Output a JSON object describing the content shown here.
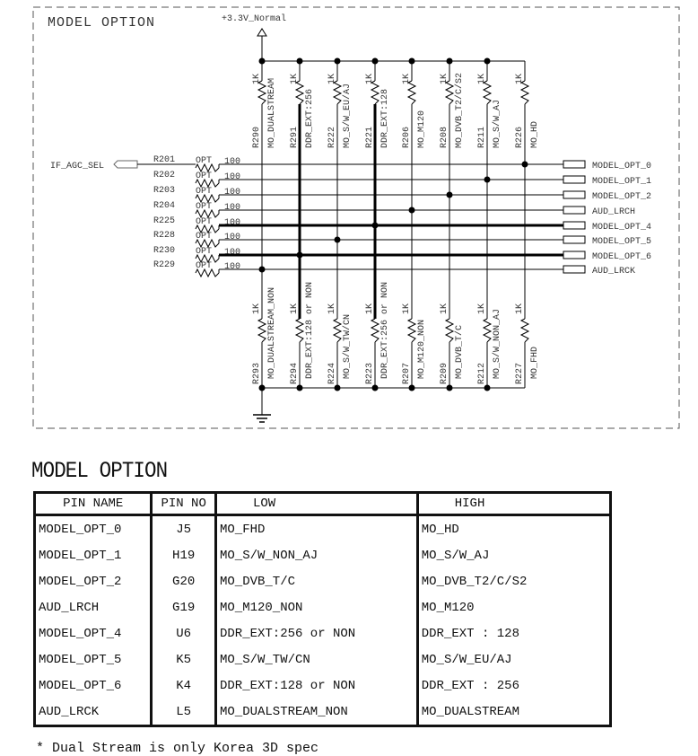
{
  "schematic": {
    "title": "MODEL OPTION",
    "supply": "+3.3V_Normal",
    "input": "IF_AGC_SEL",
    "series": [
      {
        "ref": "R201",
        "value": "OPT",
        "ohm": "100"
      },
      {
        "ref": "R202",
        "value": "OPT",
        "ohm": "100"
      },
      {
        "ref": "R203",
        "value": "OPT",
        "ohm": "100"
      },
      {
        "ref": "R204",
        "value": "OPT",
        "ohm": "100"
      },
      {
        "ref": "R225",
        "value": "OPT",
        "ohm": "100"
      },
      {
        "ref": "R228",
        "value": "OPT",
        "ohm": "100"
      },
      {
        "ref": "R230",
        "value": "OPT",
        "ohm": "100"
      },
      {
        "ref": "R229",
        "value": "OPT",
        "ohm": "100"
      }
    ],
    "outputs": [
      "MODEL_OPT_0",
      "MODEL_OPT_1",
      "MODEL_OPT_2",
      "AUD_LRCH",
      "MODEL_OPT_4",
      "MODEL_OPT_5",
      "MODEL_OPT_6",
      "AUD_LRCK"
    ],
    "pullups": [
      {
        "ref": "R290",
        "value": "1K",
        "label": "MO_DUALSTREAM"
      },
      {
        "ref": "R291",
        "value": "1K",
        "label": "DDR_EXT:256"
      },
      {
        "ref": "R222",
        "value": "1K",
        "label": "MO_S/W_EU/AJ"
      },
      {
        "ref": "R221",
        "value": "1K",
        "label": "DDR_EXT:128"
      },
      {
        "ref": "R206",
        "value": "1K",
        "label": "MO_M120"
      },
      {
        "ref": "R208",
        "value": "1K",
        "label": "MO_DVB_T2/C/S2"
      },
      {
        "ref": "R211",
        "value": "1K",
        "label": "MO_S/W_AJ"
      },
      {
        "ref": "R226",
        "value": "1K",
        "label": "MO_HD"
      }
    ],
    "pulldowns": [
      {
        "ref": "R293",
        "value": "1K",
        "label": "MO_DUALSTREAM_NON"
      },
      {
        "ref": "R294",
        "value": "1K",
        "label": "DDR_EXT:128 or NON"
      },
      {
        "ref": "R224",
        "value": "1K",
        "label": "MO_S/W_TW/CN"
      },
      {
        "ref": "R223",
        "value": "1K",
        "label": "DDR_EXT:256 or NON"
      },
      {
        "ref": "R207",
        "value": "1K",
        "label": "MO_M120_NON"
      },
      {
        "ref": "R209",
        "value": "1K",
        "label": "MO_DVB_T/C"
      },
      {
        "ref": "R212",
        "value": "1K",
        "label": "MO_S/W_NON_AJ"
      },
      {
        "ref": "R227",
        "value": "1K",
        "label": "MO_FHD"
      }
    ]
  },
  "table": {
    "title": "MODEL OPTION",
    "headers": [
      "PIN NAME",
      "PIN NO",
      "LOW",
      "HIGH"
    ],
    "rows": [
      [
        "MODEL_OPT_0",
        "J5",
        "MO_FHD",
        "MO_HD"
      ],
      [
        "MODEL_OPT_1",
        "H19",
        "MO_S/W_NON_AJ",
        "MO_S/W_AJ"
      ],
      [
        "MODEL_OPT_2",
        "G20",
        "MO_DVB_T/C",
        "MO_DVB_T2/C/S2"
      ],
      [
        "AUD_LRCH",
        "G19",
        "MO_M120_NON",
        "MO_M120"
      ],
      [
        "MODEL_OPT_4",
        "U6",
        "DDR_EXT:256 or NON",
        "DDR_EXT : 128"
      ],
      [
        "MODEL_OPT_5",
        "K5",
        "MO_S/W_TW/CN",
        "MO_S/W_EU/AJ"
      ],
      [
        "MODEL_OPT_6",
        "K4",
        "DDR_EXT:128 or NON",
        "DDR_EXT : 256"
      ],
      [
        "AUD_LRCK",
        "L5",
        "MO_DUALSTREAM_NON",
        "MO_DUALSTREAM"
      ]
    ]
  },
  "footnote": "* Dual Stream is only Korea 3D spec"
}
